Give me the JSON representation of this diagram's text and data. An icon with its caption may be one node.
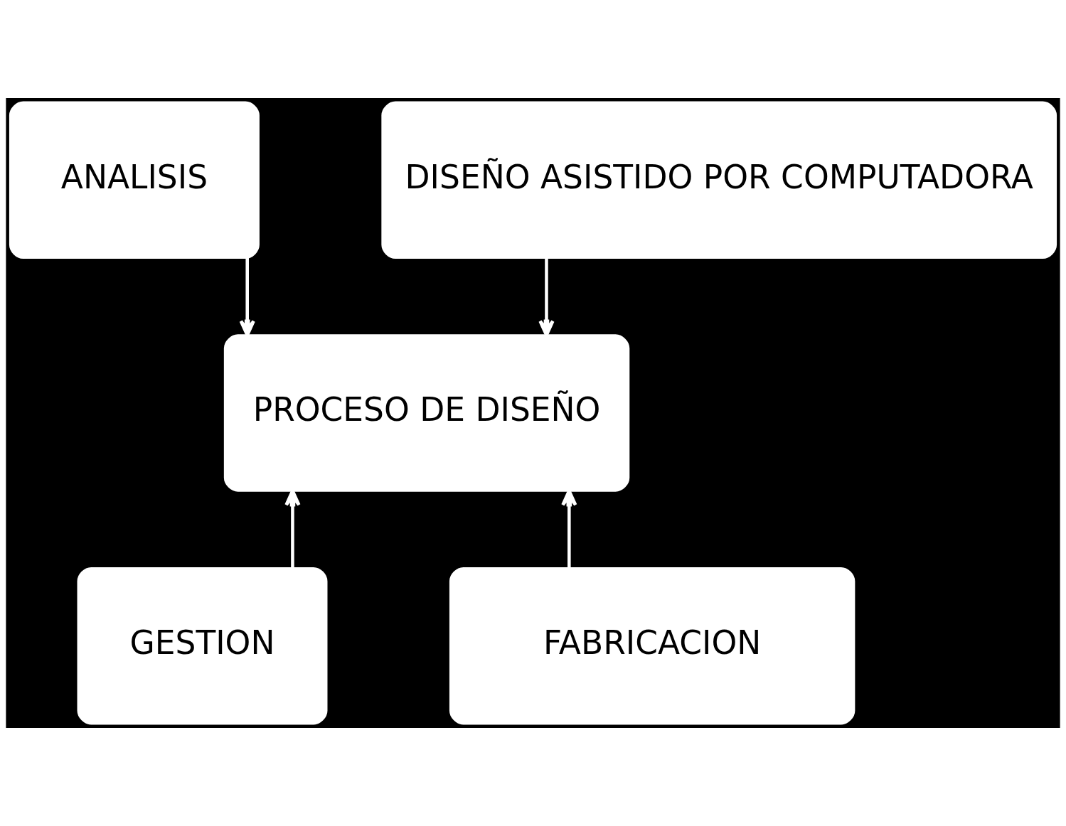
{
  "diagram": {
    "nodes": [
      {
        "text": [
          "ANALISIS"
        ]
      },
      {
        "text": [
          "DISEÑO ASISTIDO POR COMPUTADORA"
        ]
      },
      {
        "text": [
          "PROCESO DE DISEÑO"
        ]
      },
      {
        "text": [
          "GESTION"
        ]
      },
      {
        "text": [
          "FABRICACION"
        ]
      }
    ],
    "edges": [
      {
        "from": 0,
        "to": 2,
        "arrow": "to"
      },
      {
        "from": 1,
        "to": 2,
        "arrow": "to"
      },
      {
        "from": 3,
        "to": 2,
        "arrow": "to"
      },
      {
        "from": 4,
        "to": 2,
        "arrow": "to"
      }
    ]
  }
}
